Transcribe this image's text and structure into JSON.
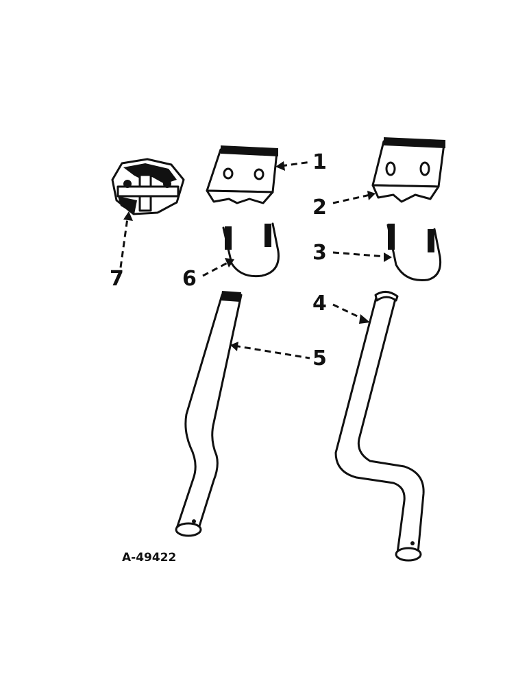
{
  "figure": {
    "id_label": "A-49422"
  },
  "callouts": [
    {
      "num": "1"
    },
    {
      "num": "2"
    },
    {
      "num": "3"
    },
    {
      "num": "4"
    },
    {
      "num": "5"
    },
    {
      "num": "6"
    },
    {
      "num": "7"
    }
  ],
  "parts": [
    {
      "callout": "1",
      "icon": "clamp-plate-icon"
    },
    {
      "callout": "2",
      "icon": "clamp-plate-icon"
    },
    {
      "callout": "3",
      "icon": "u-bolt-icon"
    },
    {
      "callout": "4",
      "icon": "offset-standard-icon"
    },
    {
      "callout": "5",
      "icon": "offset-standard-icon"
    },
    {
      "callout": "6",
      "icon": "u-bolt-icon"
    },
    {
      "callout": "7",
      "icon": "cross-clamp-icon"
    }
  ]
}
